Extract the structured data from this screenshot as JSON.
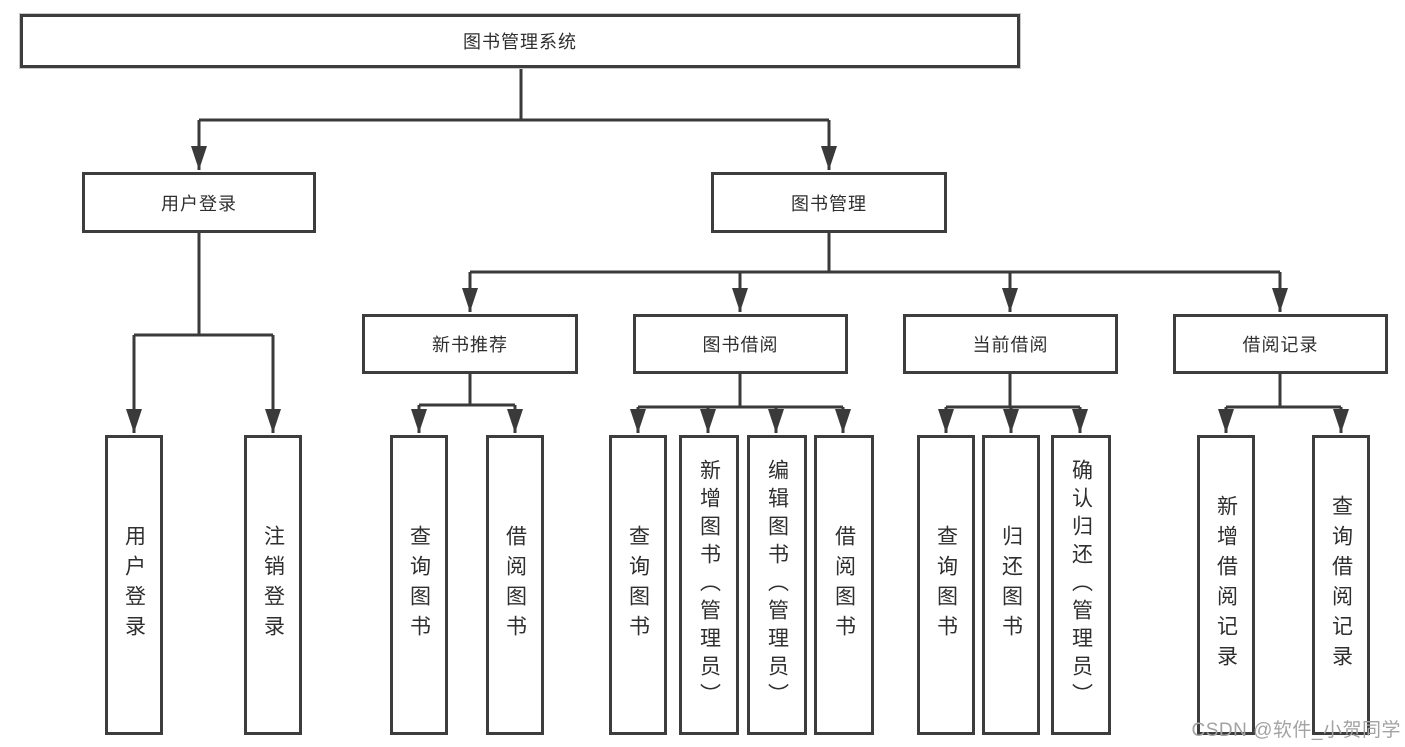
{
  "diagram": {
    "root": {
      "label": "图书管理系统"
    },
    "level2": [
      {
        "label": "用户登录"
      },
      {
        "label": "图书管理"
      }
    ],
    "level3": [
      {
        "label": "新书推荐"
      },
      {
        "label": "图书借阅"
      },
      {
        "label": "当前借阅"
      },
      {
        "label": "借阅记录"
      }
    ],
    "leaves": [
      {
        "label": "用户登录"
      },
      {
        "label": "注销登录"
      },
      {
        "label": "查询图书"
      },
      {
        "label": "借阅图书"
      },
      {
        "label": "查询图书"
      },
      {
        "label": "新增图书（管理员）"
      },
      {
        "label": "编辑图书（管理员）"
      },
      {
        "label": "借阅图书"
      },
      {
        "label": "查询图书"
      },
      {
        "label": "归还图书"
      },
      {
        "label": "确认归还（管理员）"
      },
      {
        "label": "新增借阅记录"
      },
      {
        "label": "查询借阅记录"
      }
    ]
  },
  "watermark": {
    "text": "CSDN @软件_小贺同学"
  },
  "colors": {
    "line": "#3a3a3a",
    "box_border": "#3d3d3d",
    "text": "#2f2f2f",
    "watermark": "#a3a3a3",
    "background": "#ffffff"
  }
}
